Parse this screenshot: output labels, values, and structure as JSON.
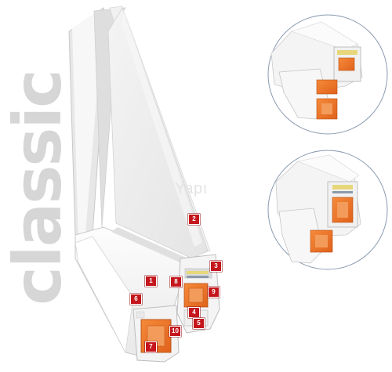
{
  "brand": {
    "text": "classic"
  },
  "watermark": {
    "text": "Yapı"
  },
  "callouts": [
    "1",
    "2",
    "3",
    "4",
    "5",
    "6",
    "7",
    "8",
    "9",
    "10"
  ],
  "colors": {
    "brand_text": "#d6d6d6",
    "callout": "#c4161c",
    "reinforcement": "#f07a2a",
    "profile": "#f2f2f2",
    "glass": "#e9e9e9",
    "circle_outline": "#8a9bb0"
  }
}
